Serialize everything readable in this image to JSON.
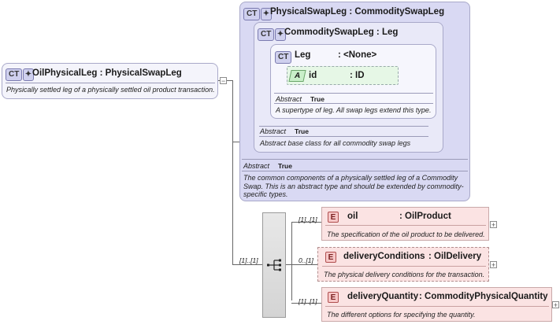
{
  "root": {
    "badge": "CT",
    "title": "OilPhysicalLeg : PhysicalSwapLeg",
    "desc": "Physically settled leg of a physically settled oil product transaction."
  },
  "physical_swap_leg": {
    "badge": "CT",
    "title": "PhysicalSwapLeg : CommoditySwapLeg",
    "abstract_label": "Abstract",
    "abstract_value": "True",
    "desc": "The common components of a physically settled leg of a Commodity Swap. This is an abstract type and should be extended by commodity-specific types."
  },
  "commodity_swap_leg": {
    "badge": "CT",
    "title": "CommoditySwapLeg : Leg",
    "abstract_label": "Abstract",
    "abstract_value": "True",
    "desc": "Abstract base class for all commodity swap legs"
  },
  "leg": {
    "badge": "CT",
    "title_name": "Leg",
    "title_type": ": <None>",
    "abstract_label": "Abstract",
    "abstract_value": "True",
    "desc": "A supertype of leg. All swap legs extend this type."
  },
  "attribute": {
    "badge": "A",
    "name": "id",
    "type": ": ID"
  },
  "elements": [
    {
      "badge": "E",
      "name": "oil",
      "type": ": OilProduct",
      "cardinality": "[1]..[1]",
      "desc": "The specification of the oil product to be delivered."
    },
    {
      "badge": "E",
      "name": "deliveryConditions",
      "type": ": OilDelivery",
      "cardinality": "0..[1]",
      "desc": "The physical delivery conditions for the transaction."
    },
    {
      "badge": "E",
      "name": "deliveryQuantity",
      "type": ": CommodityPhysicalQuantity",
      "cardinality": "[1]..[1]",
      "desc": "The different options for specifying the quantity."
    }
  ],
  "sequence_cardinality": "[1]..[1]",
  "icons": {
    "ct": "complex-type-icon",
    "sequence": "sequence-icon",
    "expand": "expand-plus-icon",
    "collapse": "collapse-minus-icon"
  }
}
